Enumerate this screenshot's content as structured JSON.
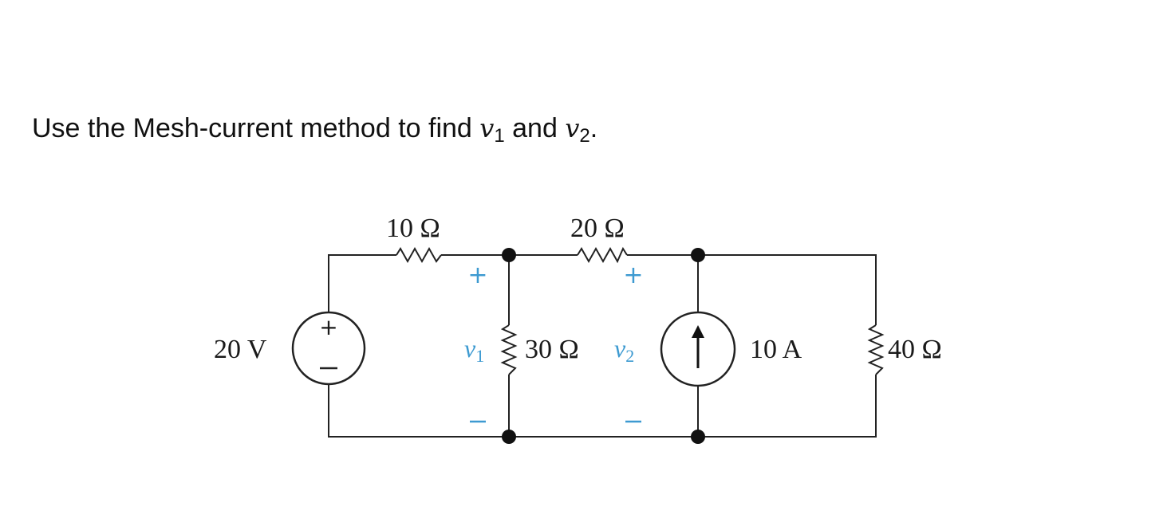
{
  "question": {
    "prefix": "Use the Mesh-current method to find ",
    "var1": "v",
    "var1_sub": "1",
    "middle": " and ",
    "var2": "v",
    "var2_sub": "2",
    "suffix": "."
  },
  "circuit": {
    "voltage_source": {
      "label": "20 V",
      "plus": "+",
      "minus": "—"
    },
    "resistor_top_left": {
      "label": "10 Ω"
    },
    "resistor_top_middle": {
      "label": "20 Ω"
    },
    "resistor_center": {
      "label": "30 Ω"
    },
    "resistor_right": {
      "label": "40 Ω"
    },
    "current_source": {
      "label": "10 A"
    },
    "v1": {
      "symbol": "v",
      "sub": "1",
      "plus": "+",
      "minus": "—"
    },
    "v2": {
      "symbol": "v",
      "sub": "2",
      "plus": "+",
      "minus": "—"
    },
    "colors": {
      "polarity_blue": "#3d9ad1",
      "ink": "#222222"
    }
  }
}
